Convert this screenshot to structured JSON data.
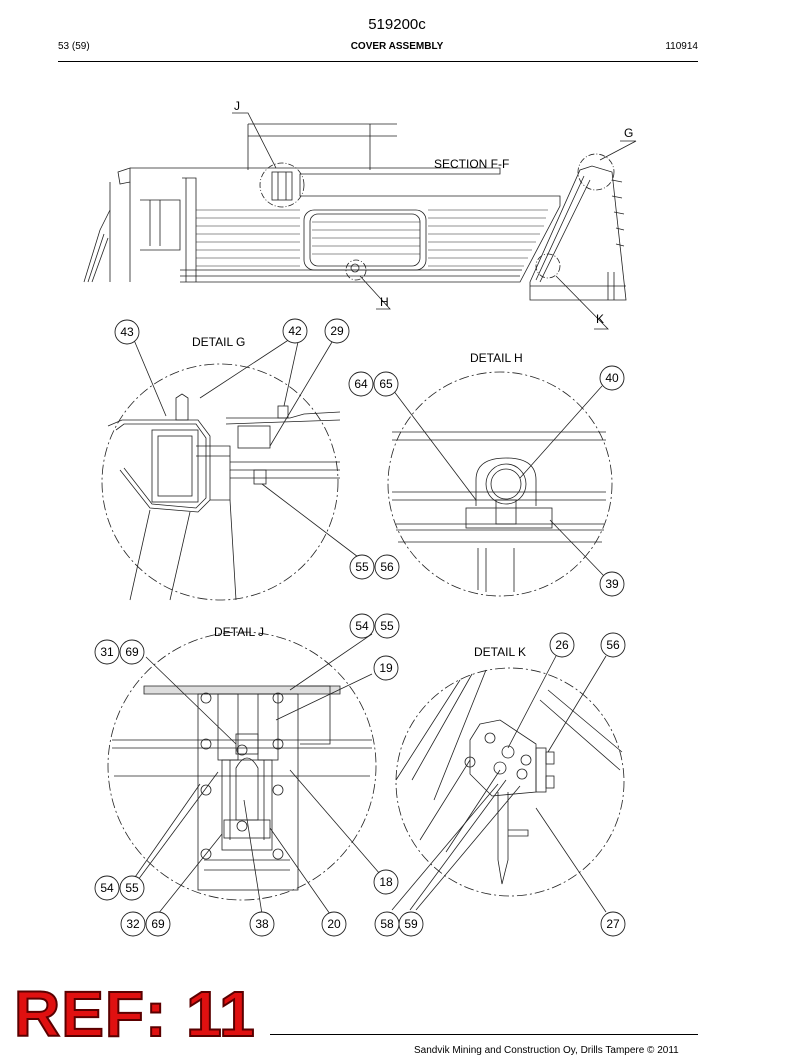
{
  "header": {
    "code": "519200c",
    "page": "53 (59)",
    "title": "COVER ASSEMBLY",
    "date": "110914"
  },
  "views": {
    "section": "SECTION F-F",
    "detail_g": "DETAIL G",
    "detail_h": "DETAIL H",
    "detail_j": "DETAIL J",
    "detail_k": "DETAIL K"
  },
  "view_markers": {
    "j": "J",
    "g": "G",
    "h": "H",
    "k": "K"
  },
  "callouts": {
    "g43": "43",
    "g42": "42",
    "g29": "29",
    "g55": "55",
    "g56": "56",
    "h64": "64",
    "h65": "65",
    "h40": "40",
    "h39": "39",
    "j31": "31",
    "j69a": "69",
    "j54a": "54",
    "j55a": "55",
    "j19": "19",
    "j18": "18",
    "j54b": "54",
    "j55b": "55",
    "j32": "32",
    "j69b": "69",
    "j38": "38",
    "j20": "20",
    "k26": "26",
    "k56": "56",
    "k58": "58",
    "k59": "59",
    "k27": "27"
  },
  "stamp": "REF: 11",
  "footer": "Sandvik Mining and Construction Oy, Drills Tampere © 2011"
}
